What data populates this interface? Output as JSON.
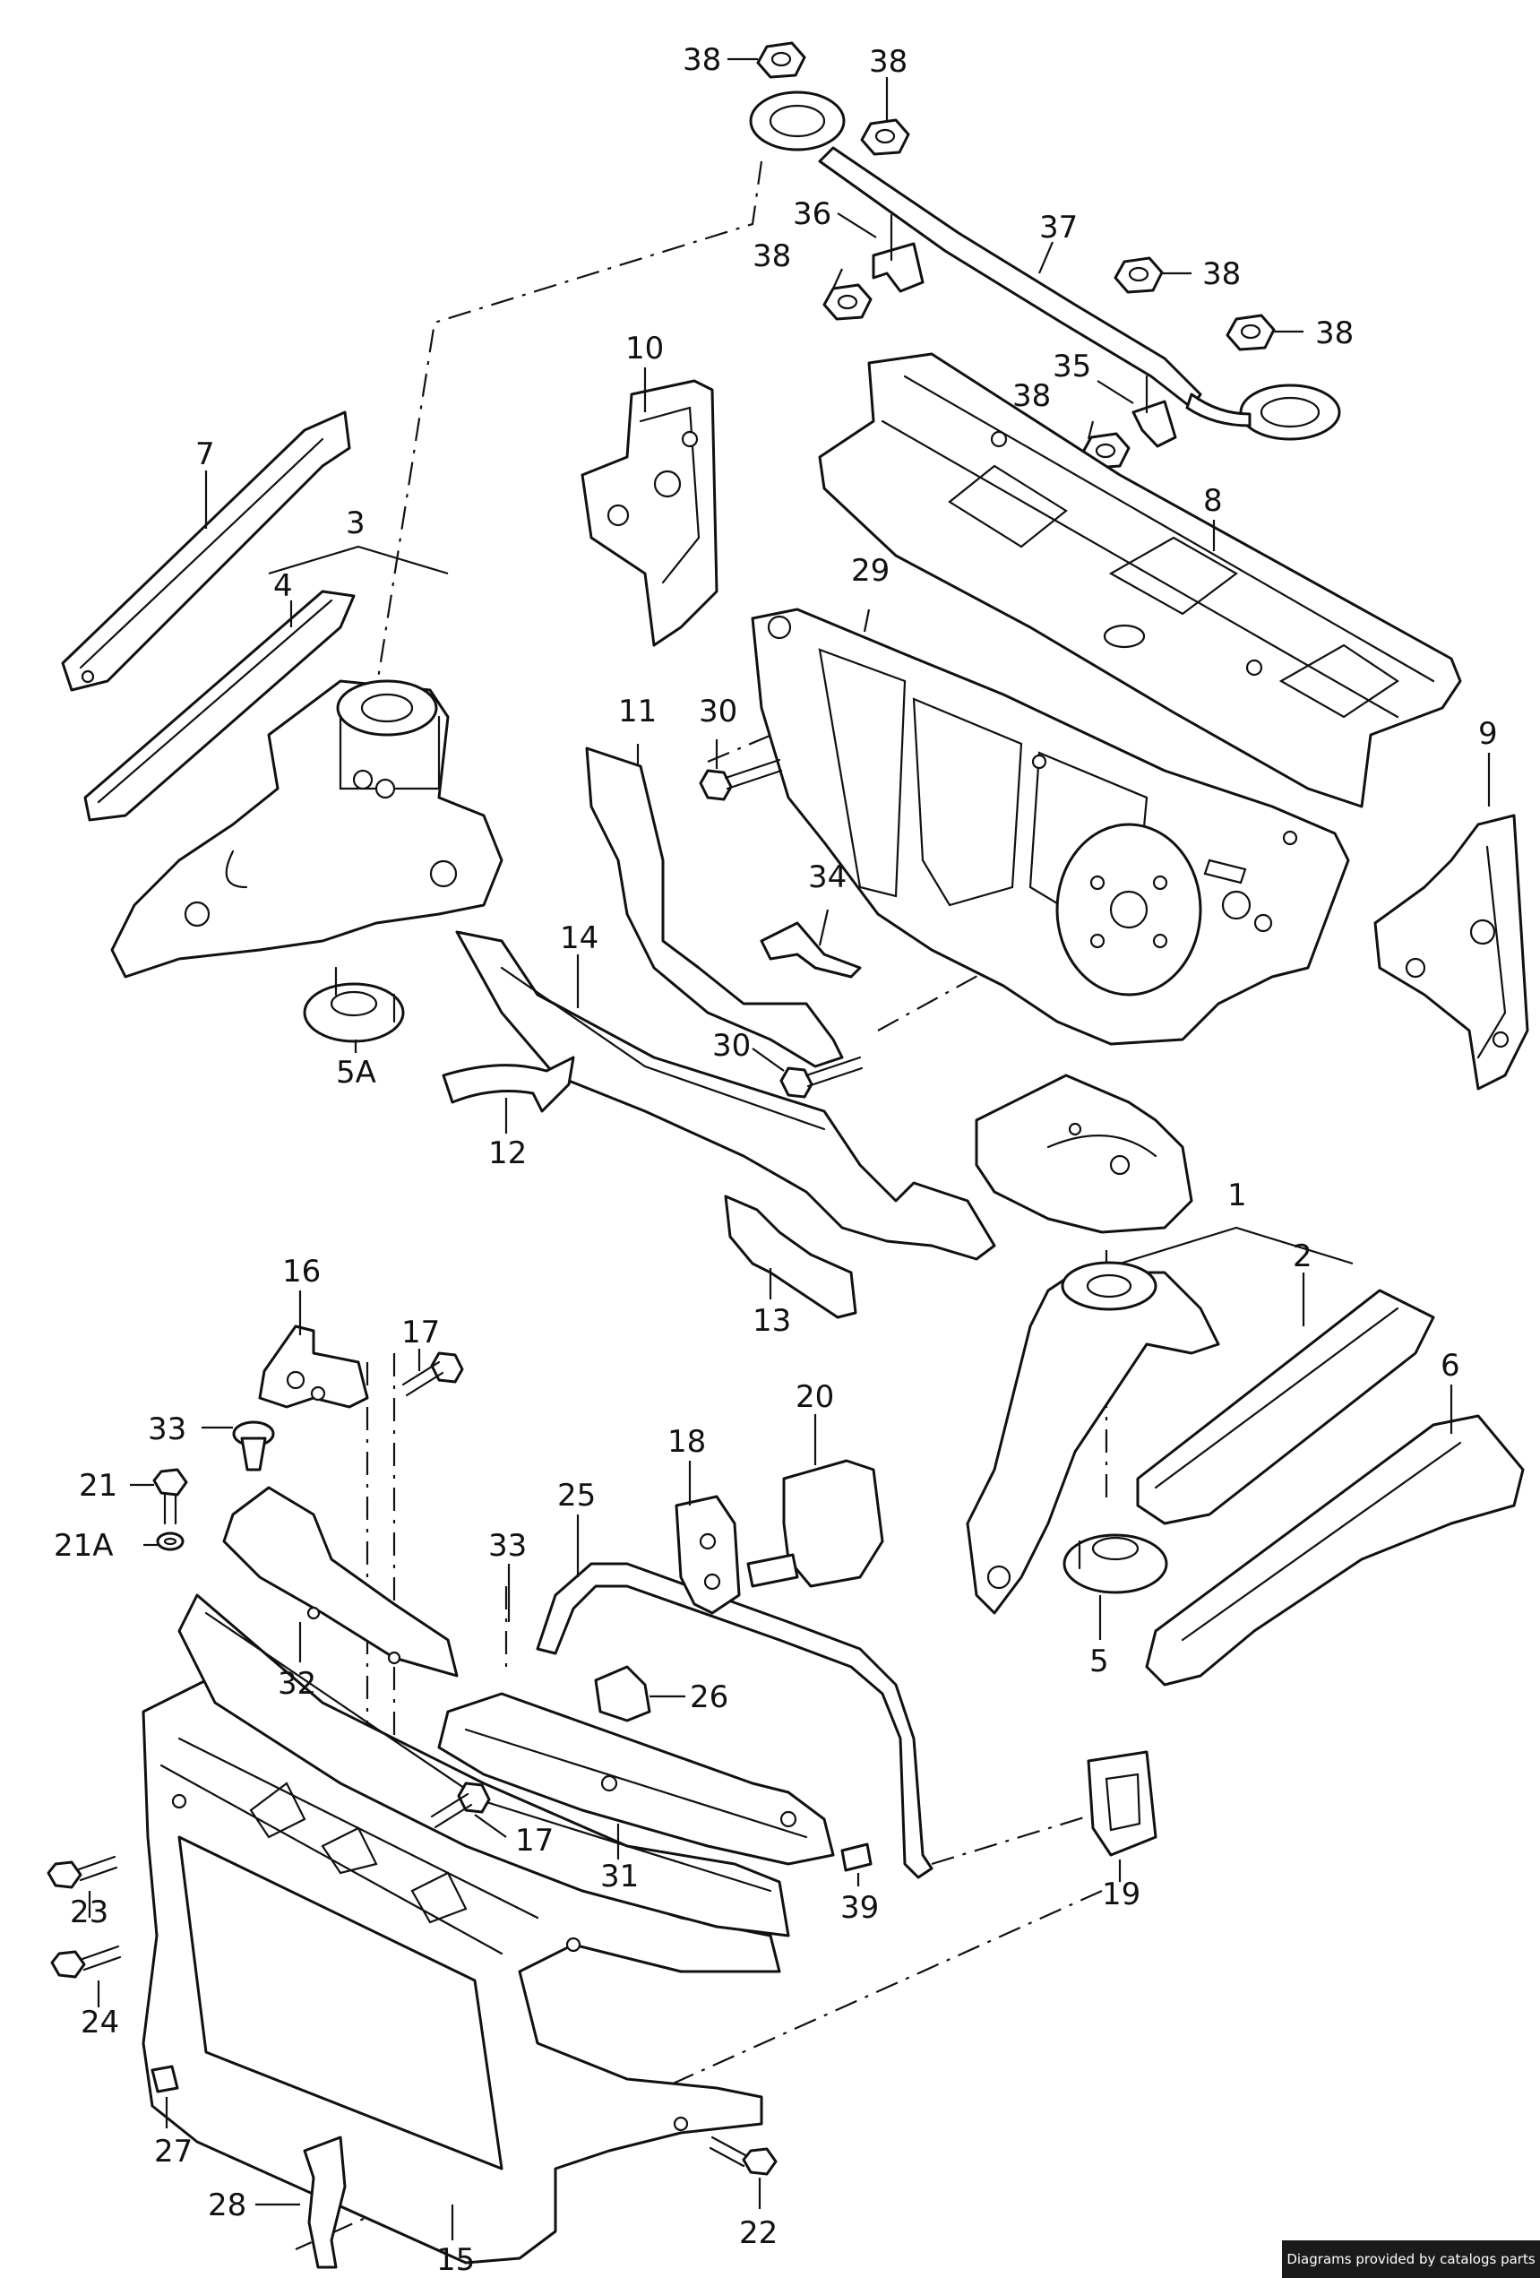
{
  "callouts": [
    {
      "id": "c38a",
      "text": "38"
    },
    {
      "id": "c38b",
      "text": "38"
    },
    {
      "id": "c36",
      "text": "36"
    },
    {
      "id": "c37",
      "text": "37"
    },
    {
      "id": "c38c",
      "text": "38"
    },
    {
      "id": "c38d",
      "text": "38"
    },
    {
      "id": "c38e",
      "text": "38"
    },
    {
      "id": "c35",
      "text": "35"
    },
    {
      "id": "c38f",
      "text": "38"
    },
    {
      "id": "c10",
      "text": "10"
    },
    {
      "id": "c7",
      "text": "7"
    },
    {
      "id": "c3",
      "text": "3"
    },
    {
      "id": "c4",
      "text": "4"
    },
    {
      "id": "c8",
      "text": "8"
    },
    {
      "id": "c29",
      "text": "29"
    },
    {
      "id": "c9",
      "text": "9"
    },
    {
      "id": "c11",
      "text": "11"
    },
    {
      "id": "c30a",
      "text": "30"
    },
    {
      "id": "c34",
      "text": "34"
    },
    {
      "id": "c14",
      "text": "14"
    },
    {
      "id": "c30b",
      "text": "30"
    },
    {
      "id": "c5A",
      "text": "5A"
    },
    {
      "id": "c12",
      "text": "12"
    },
    {
      "id": "c13",
      "text": "13"
    },
    {
      "id": "c1",
      "text": "1"
    },
    {
      "id": "c2",
      "text": "2"
    },
    {
      "id": "c6",
      "text": "6"
    },
    {
      "id": "c5",
      "text": "5"
    },
    {
      "id": "c16",
      "text": "16"
    },
    {
      "id": "c17a",
      "text": "17"
    },
    {
      "id": "c33a",
      "text": "33"
    },
    {
      "id": "c21",
      "text": "21"
    },
    {
      "id": "c21A",
      "text": "21A"
    },
    {
      "id": "c18",
      "text": "18"
    },
    {
      "id": "c20",
      "text": "20"
    },
    {
      "id": "c25",
      "text": "25"
    },
    {
      "id": "c33b",
      "text": "33"
    },
    {
      "id": "c32",
      "text": "32"
    },
    {
      "id": "c26",
      "text": "26"
    },
    {
      "id": "c17b",
      "text": "17"
    },
    {
      "id": "c31",
      "text": "31"
    },
    {
      "id": "c19",
      "text": "19"
    },
    {
      "id": "c39",
      "text": "39"
    },
    {
      "id": "c23",
      "text": "23"
    },
    {
      "id": "c24",
      "text": "24"
    },
    {
      "id": "c27",
      "text": "27"
    },
    {
      "id": "c28",
      "text": "28"
    },
    {
      "id": "c15",
      "text": "15"
    },
    {
      "id": "c22",
      "text": "22"
    }
  ],
  "footer": {
    "credit": "Diagrams provided by catalogs parts"
  }
}
